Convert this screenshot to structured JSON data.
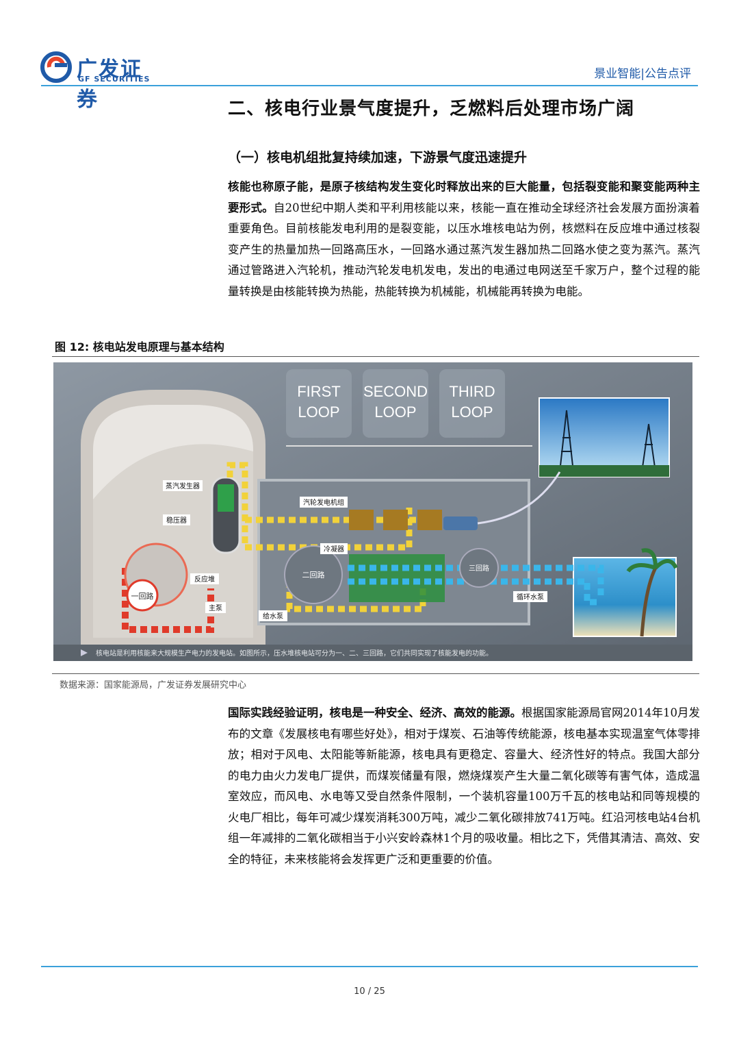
{
  "header": {
    "logo_cn": "广发证券",
    "logo_en": "GF SECURITIES",
    "report_type": "景业智能|公告点评"
  },
  "section": {
    "title": "二、核电行业景气度提升，乏燃料后处理市场广阔",
    "subtitle": "（一）核电机组批复持续加速，下游景气度迅速提升"
  },
  "para1": {
    "bold": "核能也称原子能，是原子核结构发生变化时释放出来的巨大能量，包括裂变能和聚变能两种主要形式。",
    "text": "自20世纪中期人类和平利用核能以来，核能一直在推动全球经济社会发展方面扮演着重要角色。目前核能发电利用的是裂变能，以压水堆核电站为例，核燃料在反应堆中通过核裂变产生的热量加热一回路高压水，一回路水通过蒸汽发生器加热二回路水使之变为蒸汽。蒸汽通过管路进入汽轮机，推动汽轮发电机发电，发出的电通过电网送至千家万户，整个过程的能量转换是由核能转换为热能，热能转换为机械能，机械能再转换为电能。"
  },
  "figure": {
    "title": "图 12: 核电站发电原理与基本结构",
    "loops": [
      "FIRST",
      "LOOP",
      "SECOND",
      "LOOP",
      "THIRD",
      "LOOP"
    ],
    "labels": {
      "steam_gen": "蒸汽发生器",
      "pressurizer": "稳压器",
      "reactor": "反应堆",
      "main_pump": "主泵",
      "loop1": "一回路",
      "loop2": "二回路",
      "loop3": "三回路",
      "turbine": "汽轮发电机组",
      "condenser": "冷凝器",
      "feed_pump": "给水泵",
      "circ_pump": "循环水泵"
    },
    "caption": "核电站是利用核能来大规模生产电力的发电站。如图所示，压水堆核电站可分为一、二、三回路，它们共同实现了核能发电的功能。",
    "source": "数据来源：国家能源局，广发证券发展研究中心"
  },
  "para2": {
    "bold": "国际实践经验证明，核电是一种安全、经济、高效的能源。",
    "text": "根据国家能源局官网2014年10月发布的文章《发展核电有哪些好处》，相对于煤炭、石油等传统能源，核电基本实现温室气体零排放；相对于风电、太阳能等新能源，核电具有更稳定、容量大、经济性好的特点。我国大部分的电力由火力发电厂提供，而煤炭储量有限，燃烧煤炭产生大量二氧化碳等有害气体，造成温室效应，而风电、水电等又受自然条件限制，一个装机容量100万千瓦的核电站和同等规模的火电厂相比，每年可减少煤炭消耗300万吨，减少二氧化碳排放741万吨。红沿河核电站4台机组一年减排的二氧化碳相当于小兴安岭森林1个月的吸收量。相比之下，凭借其清洁、高效、安全的特征，未来核能将会发挥更广泛和更重要的价值。"
  },
  "footer": {
    "page": "10 / 25"
  }
}
